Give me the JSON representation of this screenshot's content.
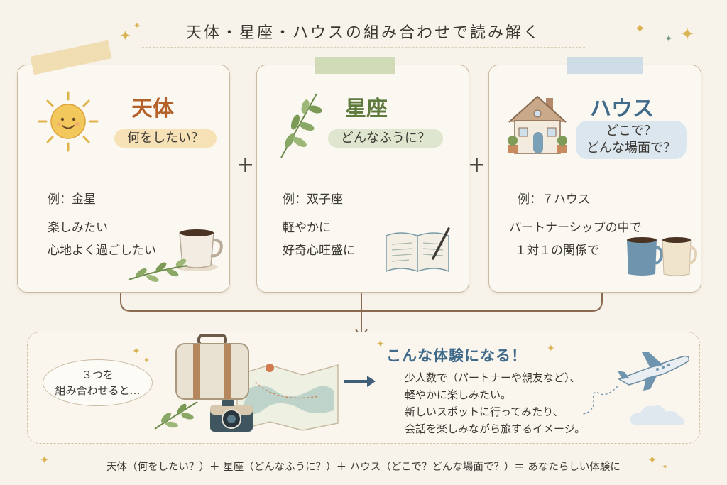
{
  "title": "天体・星座・ハウスの組み合わせで読み解く",
  "cards": [
    {
      "heading": "天体",
      "question": "何をしたい？",
      "example": "例：金星",
      "desc_lines": [
        "楽しみたい",
        "心地よく過ごしたい"
      ]
    },
    {
      "heading": "星座",
      "question": "どんなふうに？",
      "example": "例：双子座",
      "desc_lines": [
        "軽やかに",
        "好奇心旺盛に"
      ]
    },
    {
      "heading": "ハウス",
      "question_lines": [
        "どこで？",
        "どんな場面で？"
      ],
      "example": "例：７ハウス",
      "desc_lines": [
        "パートナーシップの中で",
        "１対１の関係で"
      ]
    }
  ],
  "plus": "+",
  "combine_bubble": [
    "３つを",
    "組み合わせると…"
  ],
  "result": {
    "title": "こんな体験になる！",
    "lines": [
      "少人数で（パートナーや親友など）、",
      "軽やかに楽しみたい。",
      "新しいスポットに行ってみたり、",
      "会話を楽しみながら旅するイメージ。"
    ]
  },
  "footer": "天体（何をしたい？）＋ 星座（どんなふうに？）＋ ハウス（どこで？どんな場面で？）＝ あなたらしい体験に",
  "colors": {
    "sun": "#b5622a",
    "sign": "#5f7a3d",
    "house": "#3f6a8a",
    "sun_pill": "#f6e2b6",
    "sign_pill": "#dfe6cf",
    "house_pill": "#dbe6ef",
    "accent": "#d9b452"
  },
  "icons": [
    "sun-icon",
    "leaf-branch-icon",
    "house-icon",
    "coffee-cup-icon",
    "notebook-pen-icon",
    "two-mugs-icon",
    "suitcase-icon",
    "map-icon",
    "camera-icon",
    "airplane-icon",
    "cloud-icon",
    "sparkle-icon",
    "arrow-right-icon",
    "arrow-down-icon"
  ]
}
